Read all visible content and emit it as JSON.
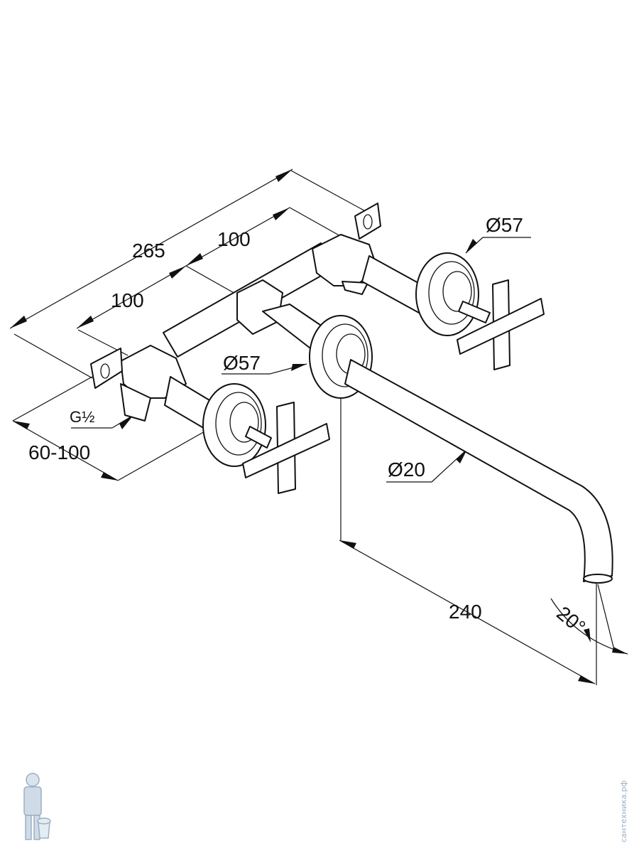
{
  "dimensions": {
    "overall_length": "265",
    "left_spacing": "100",
    "right_spacing": "100",
    "wall_depth": "60-100",
    "thread": "G½",
    "rosette_left": "Ø57",
    "rosette_right": "Ø57",
    "spout_diameter": "Ø20",
    "spout_projection": "240",
    "spout_angle": "20°"
  },
  "watermark": {
    "site": "сантехника.рф",
    "icon": "plumber-mascot-icon"
  }
}
